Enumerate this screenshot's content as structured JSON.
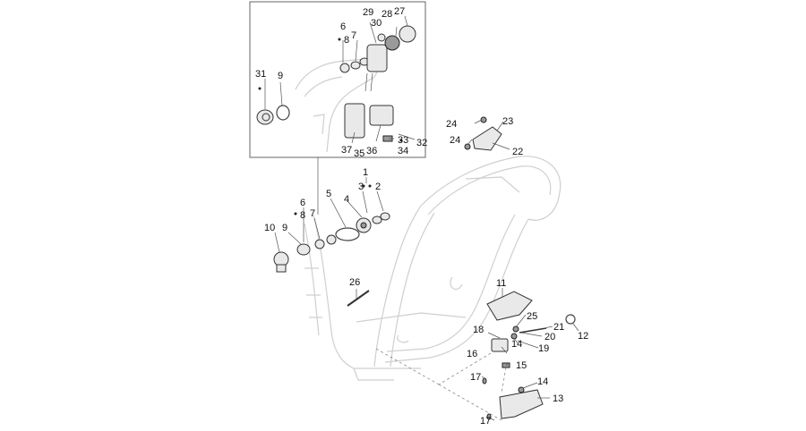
{
  "diagram": {
    "labels": [
      {
        "id": "l1",
        "text": "1"
      },
      {
        "id": "l2",
        "text": "2"
      },
      {
        "id": "l3",
        "text": "3"
      },
      {
        "id": "l4",
        "text": "4"
      },
      {
        "id": "l5",
        "text": "5"
      },
      {
        "id": "l6a",
        "text": "6"
      },
      {
        "id": "l6b",
        "text": "6"
      },
      {
        "id": "l7a",
        "text": "7"
      },
      {
        "id": "l7b",
        "text": "7"
      },
      {
        "id": "l8a",
        "text": "8"
      },
      {
        "id": "l8b",
        "text": "8"
      },
      {
        "id": "l9a",
        "text": "9"
      },
      {
        "id": "l9b",
        "text": "9"
      },
      {
        "id": "l10",
        "text": "10"
      },
      {
        "id": "l11",
        "text": "11"
      },
      {
        "id": "l12",
        "text": "12"
      },
      {
        "id": "l13",
        "text": "13"
      },
      {
        "id": "l14a",
        "text": "14"
      },
      {
        "id": "l14b",
        "text": "14"
      },
      {
        "id": "l15",
        "text": "15"
      },
      {
        "id": "l16",
        "text": "16"
      },
      {
        "id": "l17a",
        "text": "17"
      },
      {
        "id": "l17b",
        "text": "17"
      },
      {
        "id": "l18",
        "text": "18"
      },
      {
        "id": "l19",
        "text": "19"
      },
      {
        "id": "l20",
        "text": "20"
      },
      {
        "id": "l21",
        "text": "21"
      },
      {
        "id": "l22",
        "text": "22"
      },
      {
        "id": "l23",
        "text": "23"
      },
      {
        "id": "l24a",
        "text": "24"
      },
      {
        "id": "l24b",
        "text": "24"
      },
      {
        "id": "l25",
        "text": "25"
      },
      {
        "id": "l26",
        "text": "26"
      },
      {
        "id": "l27",
        "text": "27"
      },
      {
        "id": "l28",
        "text": "28"
      },
      {
        "id": "l29",
        "text": "29"
      },
      {
        "id": "l30",
        "text": "30"
      },
      {
        "id": "l31",
        "text": "31"
      },
      {
        "id": "l32",
        "text": "32"
      },
      {
        "id": "l33",
        "text": "33"
      },
      {
        "id": "l34",
        "text": "34"
      },
      {
        "id": "l35",
        "text": "35"
      },
      {
        "id": "l36",
        "text": "36"
      },
      {
        "id": "l37",
        "text": "37"
      }
    ]
  }
}
